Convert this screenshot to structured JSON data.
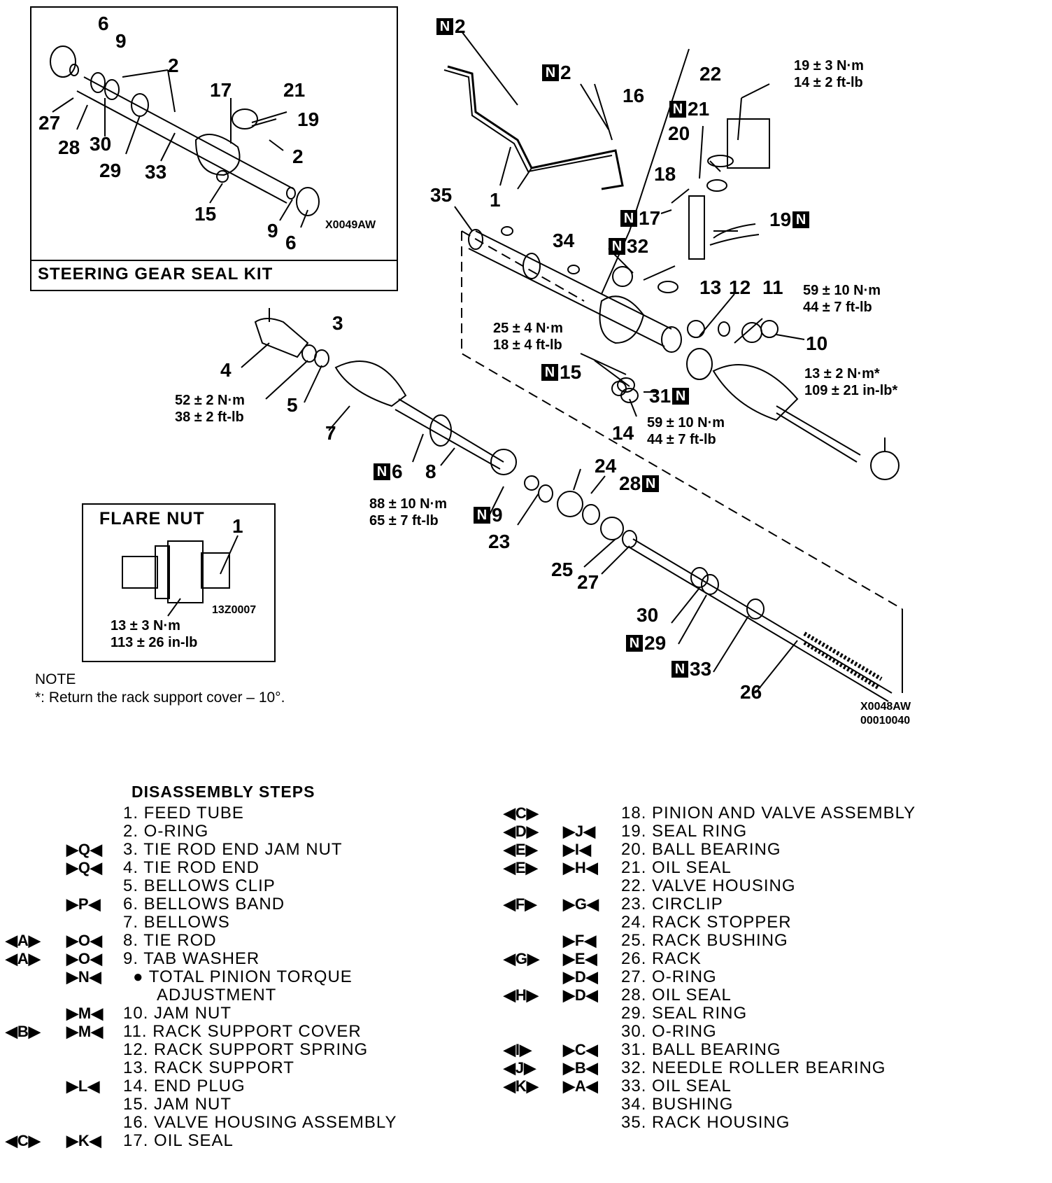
{
  "seal_kit": {
    "title": "STEERING GEAR SEAL KIT",
    "code": "X0049AW",
    "callouts": [
      "6",
      "9",
      "2",
      "17",
      "21",
      "19",
      "27",
      "28",
      "30",
      "29",
      "33",
      "2",
      "15",
      "9",
      "6"
    ]
  },
  "main_diagram": {
    "callouts": {
      "n2a": "2",
      "n2b": "2",
      "c16": "16",
      "c22": "22",
      "n21": "21",
      "c20": "20",
      "c1": "1",
      "c35": "35",
      "c18": "18",
      "n17": "17",
      "c34": "34",
      "n32": "32",
      "c19": "19",
      "c13": "13",
      "c12": "12",
      "c11": "11",
      "c10": "10",
      "c3": "3",
      "c4": "4",
      "c5": "5",
      "c7": "7",
      "n15": "15",
      "n31": "31",
      "c14": "14",
      "n6": "6",
      "c8": "8",
      "c24": "24",
      "n28": "28",
      "n9": "9",
      "c23": "23",
      "c25": "25",
      "c27": "27",
      "c30": "30",
      "n29": "29",
      "n33": "33",
      "c26": "26"
    },
    "torques": {
      "t22_nm": "19 ± 3 N·m",
      "t22_ft": "14 ± 2 ft-lb",
      "t10_nm": "59 ± 10 N·m",
      "t10_ft": "44 ± 7 ft-lb",
      "t15_nm": "25 ± 4 N·m",
      "t15_ft": "18 ± 4 ft-lb",
      "t11_nm": "13 ± 2 N·m*",
      "t11_in": "109 ± 21 in-lb*",
      "t3_nm": "52 ± 2 N·m",
      "t3_ft": "38 ± 2 ft-lb",
      "t14_nm": "59 ± 10 N·m",
      "t14_ft": "44 ± 7 ft-lb",
      "t8_nm": "88 ± 10 N·m",
      "t8_ft": "65 ± 7 ft-lb"
    },
    "codes": [
      "X0048AW",
      "00010040"
    ],
    "new_part_badge": "N"
  },
  "flare_nut": {
    "title": "FLARE NUT",
    "callout": "1",
    "code": "13Z0007",
    "torque_nm": "13 ± 3 N·m",
    "torque_in": "113 ± 26 in-lb"
  },
  "note": {
    "label": "NOTE",
    "text": "*: Return the rack support cover – 10°."
  },
  "steps": {
    "heading": "DISASSEMBLY STEPS",
    "left": [
      {
        "text": "1. FEED TUBE",
        "m1": "",
        "m2": ""
      },
      {
        "text": "2. O-RING",
        "m1": "",
        "m2": ""
      },
      {
        "text": "3. TIE ROD END JAM NUT",
        "m1": "",
        "m2": "▶Q◀"
      },
      {
        "text": "4. TIE ROD END",
        "m1": "",
        "m2": "▶Q◀"
      },
      {
        "text": "5. BELLOWS CLIP",
        "m1": "",
        "m2": ""
      },
      {
        "text": "6. BELLOWS BAND",
        "m1": "",
        "m2": "▶P◀"
      },
      {
        "text": "7. BELLOWS",
        "m1": "",
        "m2": ""
      },
      {
        "text": "8. TIE ROD",
        "m1": "◀A▶",
        "m2": "▶O◀"
      },
      {
        "text": "9. TAB WASHER",
        "m1": "◀A▶",
        "m2": "▶O◀"
      },
      {
        "text": "● TOTAL PINION TORQUE",
        "m1": "",
        "m2": "▶N◀"
      },
      {
        "text": "ADJUSTMENT",
        "m1": "",
        "m2": ""
      },
      {
        "text": "10. JAM NUT",
        "m1": "",
        "m2": "▶M◀"
      },
      {
        "text": "11. RACK SUPPORT COVER",
        "m1": "◀B▶",
        "m2": "▶M◀"
      },
      {
        "text": "12. RACK SUPPORT SPRING",
        "m1": "",
        "m2": ""
      },
      {
        "text": "13. RACK SUPPORT",
        "m1": "",
        "m2": ""
      },
      {
        "text": "14. END PLUG",
        "m1": "",
        "m2": "▶L◀"
      },
      {
        "text": "15. JAM NUT",
        "m1": "",
        "m2": ""
      },
      {
        "text": "16. VALVE HOUSING ASSEMBLY",
        "m1": "",
        "m2": ""
      },
      {
        "text": "17. OIL SEAL",
        "m1": "◀C▶",
        "m2": "▶K◀"
      }
    ],
    "right": [
      {
        "text": "18. PINION AND VALVE ASSEMBLY",
        "m1": "◀C▶",
        "m2": ""
      },
      {
        "text": "19. SEAL RING",
        "m1": "◀D▶",
        "m2": "▶J◀"
      },
      {
        "text": "20. BALL BEARING",
        "m1": "◀E▶",
        "m2": "▶I◀"
      },
      {
        "text": "21. OIL SEAL",
        "m1": "◀E▶",
        "m2": "▶H◀"
      },
      {
        "text": "22. VALVE HOUSING",
        "m1": "",
        "m2": ""
      },
      {
        "text": "23. CIRCLIP",
        "m1": "◀F▶",
        "m2": "▶G◀"
      },
      {
        "text": "24. RACK STOPPER",
        "m1": "",
        "m2": ""
      },
      {
        "text": "25. RACK BUSHING",
        "m1": "",
        "m2": "▶F◀"
      },
      {
        "text": "26. RACK",
        "m1": "◀G▶",
        "m2": "▶E◀"
      },
      {
        "text": "27. O-RING",
        "m1": "",
        "m2": "▶D◀"
      },
      {
        "text": "28. OIL SEAL",
        "m1": "◀H▶",
        "m2": "▶D◀"
      },
      {
        "text": "29. SEAL RING",
        "m1": "",
        "m2": ""
      },
      {
        "text": "30. O-RING",
        "m1": "",
        "m2": ""
      },
      {
        "text": "31. BALL BEARING",
        "m1": "◀I▶",
        "m2": "▶C◀"
      },
      {
        "text": "32. NEEDLE ROLLER BEARING",
        "m1": "◀J▶",
        "m2": "▶B◀"
      },
      {
        "text": "33. OIL SEAL",
        "m1": "◀K▶",
        "m2": "▶A◀"
      },
      {
        "text": "34. BUSHING",
        "m1": "",
        "m2": ""
      },
      {
        "text": "35. RACK HOUSING",
        "m1": "",
        "m2": ""
      }
    ]
  }
}
